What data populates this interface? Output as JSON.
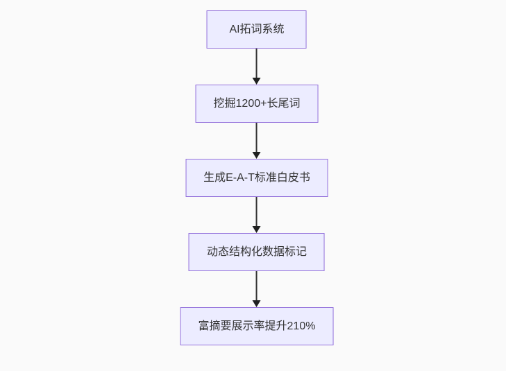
{
  "flowchart": {
    "type": "vertical-flowchart",
    "background_color": "#fafafa",
    "node_fill_color": "#ECECFF",
    "node_border_color": "#9370DB",
    "text_color": "#333333",
    "arrow_color": "#333333",
    "nodes": [
      {
        "id": "1",
        "label": "AI拓词系统"
      },
      {
        "id": "2",
        "label": "挖掘1200+长尾词"
      },
      {
        "id": "3",
        "label": "生成E-A-T标准白皮书"
      },
      {
        "id": "4",
        "label": "动态结构化数据标记"
      },
      {
        "id": "5",
        "label": "富摘要展示率提升210%"
      }
    ],
    "edges": [
      {
        "from": "1",
        "to": "2"
      },
      {
        "from": "2",
        "to": "3"
      },
      {
        "from": "3",
        "to": "4"
      },
      {
        "from": "4",
        "to": "5"
      }
    ]
  }
}
